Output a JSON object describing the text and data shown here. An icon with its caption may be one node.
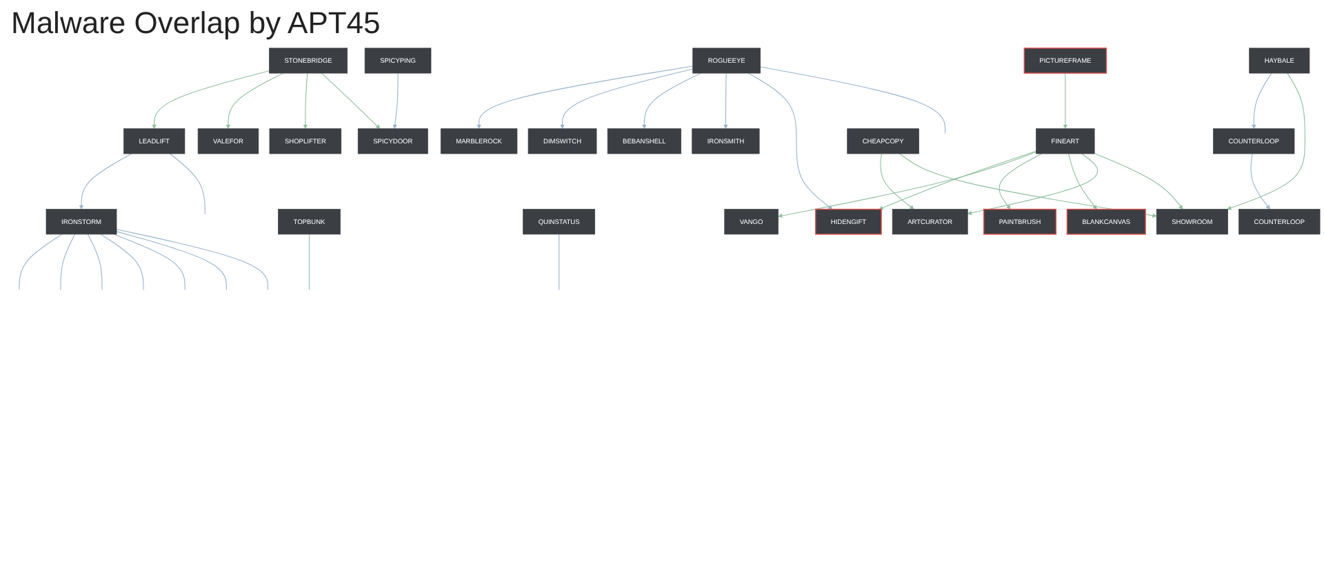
{
  "diagram": {
    "title": "Malware Overlap by APT45",
    "nodes": [
      {
        "text": [
          "STONEBRIDGE"
        ]
      },
      {
        "text": [
          "SPICYPING"
        ]
      },
      {
        "text": [
          "ROGUEEYE"
        ]
      },
      {
        "text": [
          "PICTUREFRAME"
        ]
      },
      {
        "text": [
          "HAYBALE"
        ]
      },
      {
        "text": [
          "LEADLIFT"
        ]
      },
      {
        "text": [
          "VALEFOR"
        ]
      },
      {
        "text": [
          "SHOPLIFTER"
        ]
      },
      {
        "text": [
          "SPICYDOOR"
        ]
      },
      {
        "text": [
          "MARBLEROCK"
        ]
      },
      {
        "text": [
          "DIMSWITCH"
        ]
      },
      {
        "text": [
          "BEBANSHELL"
        ]
      },
      {
        "text": [
          "IRONSMITH"
        ]
      },
      {
        "text": [
          "FINEART"
        ]
      },
      {
        "text": [
          "CHEAPCOPY"
        ]
      },
      {
        "text": [
          "COUNTERLOOP"
        ]
      },
      {
        "text": [
          "IRONSTORM"
        ]
      },
      {
        "text": [
          "TOPBUNK"
        ]
      },
      {
        "text": [
          "HIDENGIFT"
        ]
      },
      {
        "text": [
          "QUINSTATUS"
        ]
      },
      {
        "text": [
          "VANGO"
        ]
      },
      {
        "text": [
          "PAINTBRUSH"
        ]
      },
      {
        "text": [
          "BLANKCANVAS"
        ]
      },
      {
        "text": [
          "ARTCURATOR"
        ]
      },
      {
        "text": [
          "SHOWROOM"
        ]
      },
      {
        "text": [
          "COUNTERLOOP"
        ]
      }
    ],
    "edges": [
      {
        "from": 0,
        "to": 5,
        "arrow": "to",
        "color": "#8fbf9c"
      },
      {
        "from": 0,
        "to": 6,
        "arrow": "to",
        "color": "#8fbf9c"
      },
      {
        "from": 0,
        "to": 7,
        "arrow": "to",
        "color": "#8fbf9c"
      },
      {
        "from": 0,
        "to": 8,
        "arrow": "to",
        "color": "#8fbf9c"
      },
      {
        "from": 1,
        "to": 8,
        "arrow": "to"
      },
      {
        "from": 2,
        "to": 9,
        "arrow": "to"
      },
      {
        "from": 2,
        "to": 10,
        "arrow": "to"
      },
      {
        "from": 2,
        "to": 11,
        "arrow": "to"
      },
      {
        "from": 2,
        "to": 12,
        "arrow": "to"
      },
      {
        "from": 2,
        "to": 18,
        "arrow": "to"
      },
      {
        "from": 2,
        "to": null,
        "arrow": "none"
      },
      {
        "from": 3,
        "to": 13,
        "arrow": "to",
        "color": "#8fbf9c"
      },
      {
        "from": 4,
        "to": 15,
        "arrow": "to"
      },
      {
        "from": 4,
        "to": 24,
        "arrow": "to",
        "color": "#8fbf9c"
      },
      {
        "from": 5,
        "to": 16,
        "arrow": "to"
      },
      {
        "from": 5,
        "to": null,
        "arrow": "none"
      },
      {
        "from": 13,
        "to": 18,
        "arrow": "to",
        "color": "#8fbf9c"
      },
      {
        "from": 13,
        "to": 20,
        "arrow": "to",
        "color": "#8fbf9c"
      },
      {
        "from": 13,
        "to": 21,
        "arrow": "to",
        "color": "#8fbf9c"
      },
      {
        "from": 13,
        "to": 22,
        "arrow": "to",
        "color": "#8fbf9c"
      },
      {
        "from": 13,
        "to": 23,
        "arrow": "to",
        "color": "#8fbf9c"
      },
      {
        "from": 13,
        "to": 24,
        "arrow": "to",
        "color": "#8fbf9c"
      },
      {
        "from": 14,
        "to": 23,
        "arrow": "to",
        "color": "#8fbf9c"
      },
      {
        "from": 14,
        "to": 24,
        "arrow": "to",
        "color": "#8fbf9c"
      },
      {
        "from": 15,
        "to": 25,
        "arrow": "to"
      },
      {
        "from": 16,
        "to": null,
        "arrow": "none"
      },
      {
        "from": 16,
        "to": null,
        "arrow": "none"
      },
      {
        "from": 16,
        "to": null,
        "arrow": "none"
      },
      {
        "from": 16,
        "to": null,
        "arrow": "none"
      },
      {
        "from": 16,
        "to": null,
        "arrow": "none"
      },
      {
        "from": 16,
        "to": null,
        "arrow": "none"
      },
      {
        "from": 16,
        "to": null,
        "arrow": "none"
      },
      {
        "from": 17,
        "to": null,
        "arrow": "none",
        "color": "#8fbf9c"
      },
      {
        "from": 19,
        "to": null,
        "arrow": "none"
      }
    ]
  }
}
